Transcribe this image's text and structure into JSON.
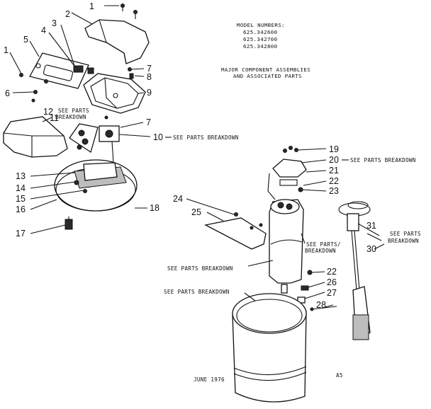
{
  "header": {
    "model_title": "MODEL NUMBERS:",
    "models": [
      "625.342600",
      "625.342700",
      "625.342800"
    ],
    "desc_line1": "MAJOR COMPONENT ASSEMBLIES",
    "desc_line2": "AND ASSOCIATED PARTS"
  },
  "callouts": {
    "c1a": "1",
    "c1b": "1",
    "c2": "2",
    "c3": "3",
    "c4": "4",
    "c5": "5",
    "c6": "6",
    "c7a": "7",
    "c7b": "7",
    "c8": "8",
    "c9": "9",
    "c10": "10",
    "c11": "11",
    "c12": "12",
    "c13": "13",
    "c14": "14",
    "c15": "15",
    "c16": "16",
    "c17": "17",
    "c18": "18",
    "c19": "19",
    "c20": "20",
    "c21": "21",
    "c22a": "22",
    "c23": "23",
    "c24": "24",
    "c25": "25",
    "c22b": "22",
    "c26": "26",
    "c27": "27",
    "c28": "28",
    "c30": "30",
    "c31": "31"
  },
  "notes": {
    "see_parts": "SEE PARTS",
    "breakdown": "BREAKDOWN",
    "see_parts_breakdown": "SEE PARTS BREAKDOWN",
    "see_parts_slash": "SEE PARTS/"
  },
  "footer": {
    "date": "JUNE 1976",
    "code": "A5"
  }
}
